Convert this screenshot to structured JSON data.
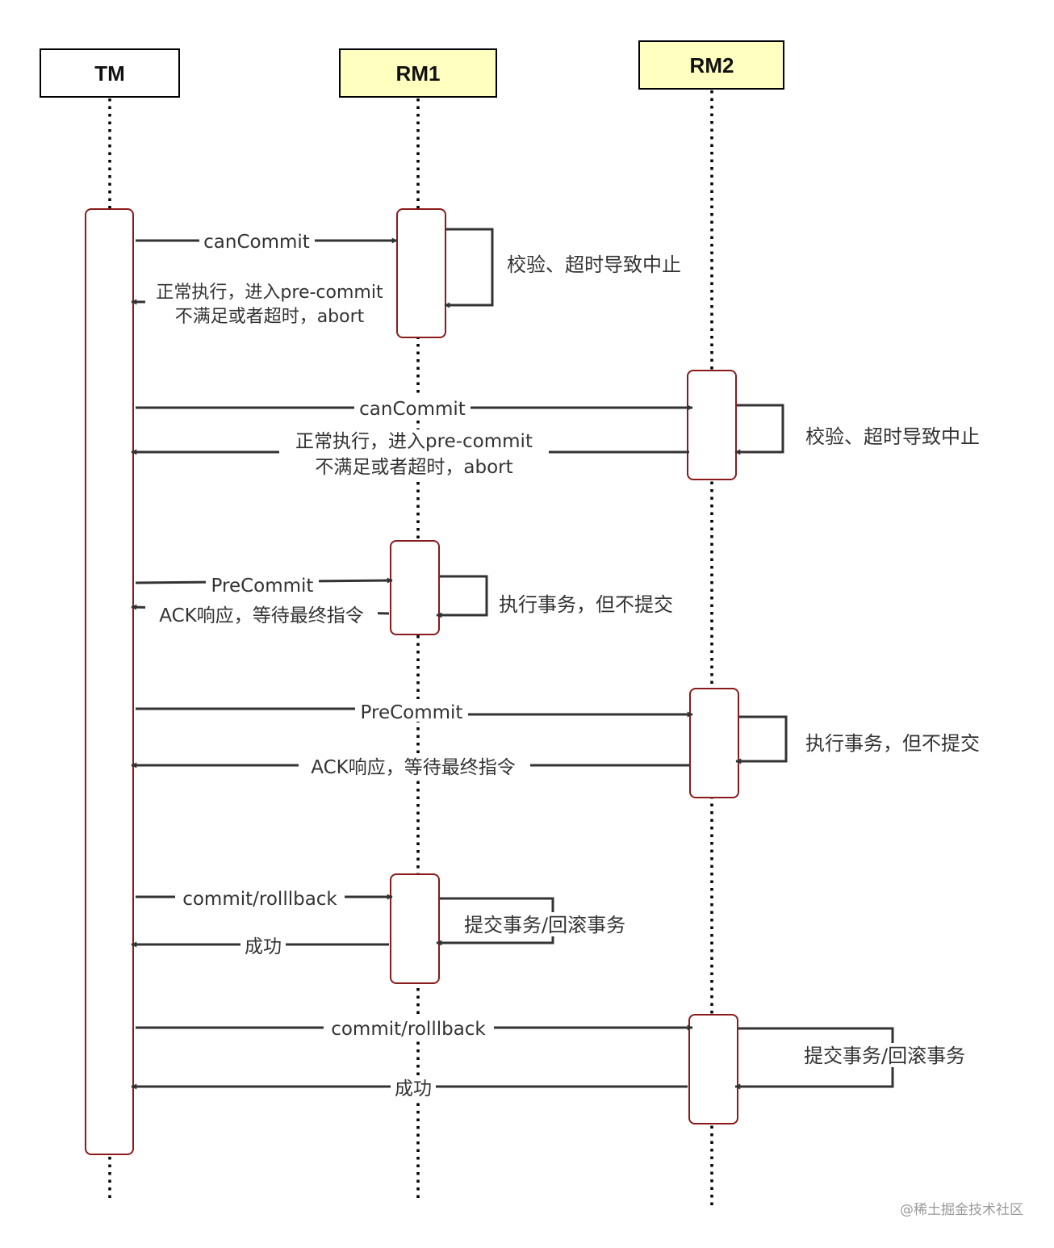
{
  "participants": {
    "tm": "TM",
    "rm1": "RM1",
    "rm2": "RM2"
  },
  "colors": {
    "tm_header_fill": "#ffffff",
    "rm_header_fill": "#ffffc0",
    "activation_border": "#8b1a1a",
    "arrow": "#333333"
  },
  "messages": {
    "m1": "canCommit",
    "m2_line1": "正常执行，进入pre-commit",
    "m2_line2": "不满足或者超时，abort",
    "m3": "canCommit",
    "m4_line1": "正常执行，进入pre-commit",
    "m4_line2": "不满足或者超时，abort",
    "m5": "PreCommit",
    "m6": "ACK响应，等待最终指令",
    "m7": "PreCommit",
    "m8": "ACK响应，等待最终指令",
    "m9": "commit/rolllback",
    "m10": "成功",
    "m11": "commit/rolllback",
    "m12": "成功"
  },
  "self_notes": {
    "rm1_check": "校验、超时导致中止",
    "rm2_check": "校验、超时导致中止",
    "rm1_exec": "执行事务，但不提交",
    "rm2_exec": "执行事务，但不提交",
    "rm1_commit": "提交事务/回滚事务",
    "rm2_commit": "提交事务/回滚事务"
  },
  "watermark": "@稀土掘金技术社区"
}
